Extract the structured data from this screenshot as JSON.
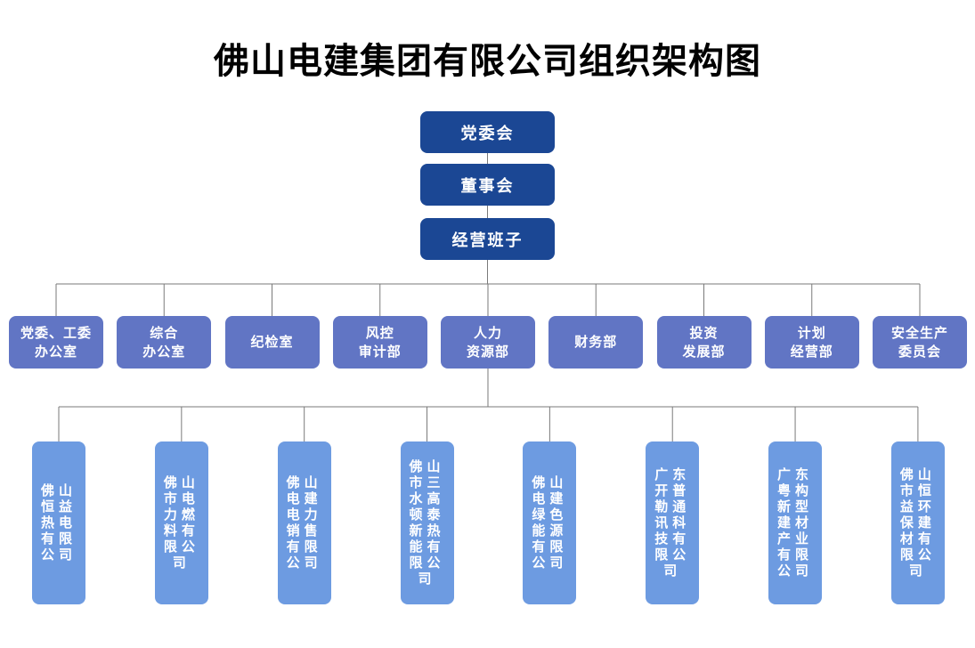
{
  "title": "佛山电建集团有限公司组织架构图",
  "leadership": [
    "党委会",
    "董事会",
    "经营班子"
  ],
  "departments": [
    "党委、工委\n办公室",
    "综合\n办公室",
    "纪检室",
    "风控\n审计部",
    "人力\n资源部",
    "财务部",
    "投资\n发展部",
    "计划\n经营部",
    "安全生产\n委员会"
  ],
  "subsidiaries": [
    "佛山恒益热电有限公司",
    "佛山市电力燃料有限公司",
    "佛山电建电力销售有限公司",
    "佛山市三水高顿泰新热能有限公司",
    "佛山电建绿色能源有限公司",
    "广东开普勒通讯科技有限公司",
    "广东粤构新型建材产业有限公司",
    "佛山市恒益环保建材有限公司"
  ],
  "hierarchy": {
    "top_chain": [
      "党委会",
      "董事会",
      "经营班子"
    ],
    "departments_report_to": "经营班子",
    "subsidiaries_line_from": "人力资源部"
  },
  "colors": {
    "title_text": "#000000",
    "leadership_box": "#1B4794",
    "department_box": "#6175C4",
    "subsidiary_box": "#6D9BE1",
    "box_text": "#FFFFFF",
    "connector": "#7A7A7A"
  }
}
